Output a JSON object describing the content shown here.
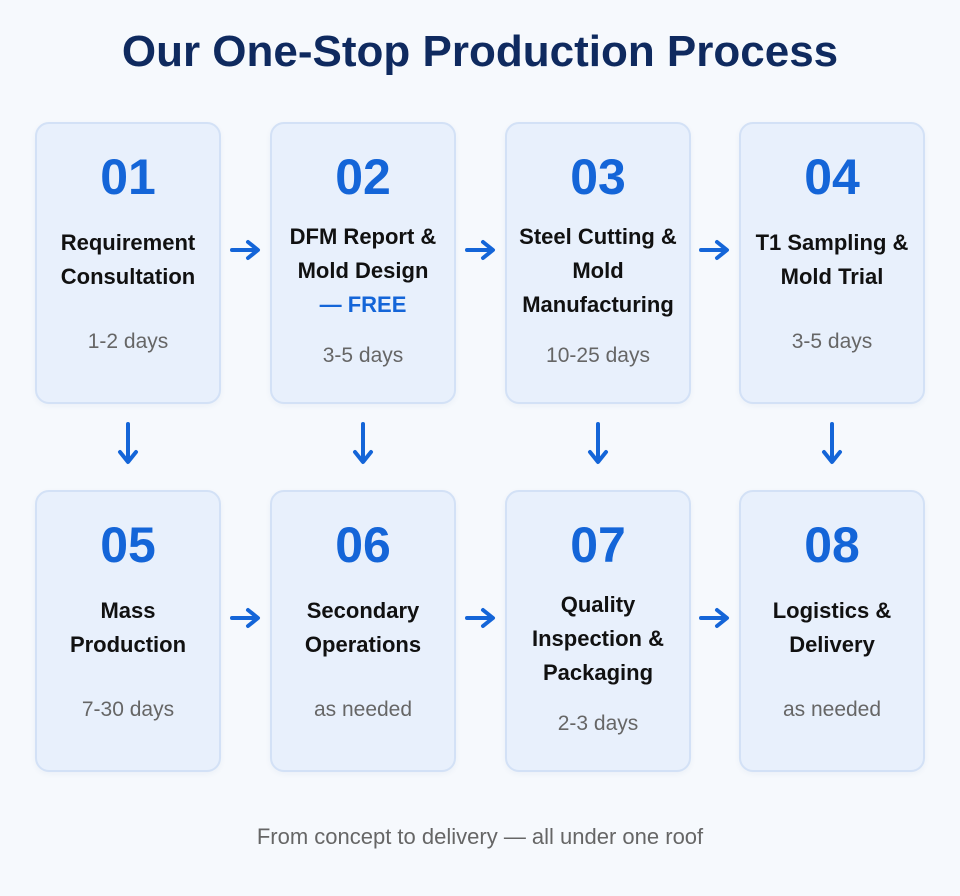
{
  "title": "Our One-Stop Production Process",
  "steps": [
    {
      "number": "01",
      "label_lines": [
        "Requirement",
        "Consultation"
      ],
      "duration": "1-2 days"
    },
    {
      "number": "02",
      "label_lines": [
        "DFM Report &",
        "Mold Design"
      ],
      "highlight": "— FREE",
      "duration": "3-5 days"
    },
    {
      "number": "03",
      "label_lines": [
        "Steel Cutting &",
        "Mold",
        "Manufacturing"
      ],
      "duration": "10-25 days"
    },
    {
      "number": "04",
      "label_lines": [
        "T1 Sampling &",
        "Mold Trial"
      ],
      "duration": "3-5 days"
    },
    {
      "number": "05",
      "label_lines": [
        "Mass",
        "Production"
      ],
      "duration": "7-30 days"
    },
    {
      "number": "06",
      "label_lines": [
        "Secondary",
        "Operations"
      ],
      "duration": "as needed"
    },
    {
      "number": "07",
      "label_lines": [
        "Quality",
        "Inspection &",
        "Packaging"
      ],
      "duration": "2-3 days"
    },
    {
      "number": "08",
      "label_lines": [
        "Logistics &",
        "Delivery"
      ],
      "duration": "as needed"
    }
  ],
  "footer": "From concept to delivery — all under one roof",
  "colors": {
    "title": "#0f2a5f",
    "accent": "#1465d8",
    "card_background": "#e8f0fc",
    "card_border": "#d3e1f6",
    "page_background": "#f6f9fd",
    "muted_text": "#666666"
  },
  "icons": {
    "flow_right": "arrow-right-icon",
    "flow_down": "arrow-down-icon"
  }
}
